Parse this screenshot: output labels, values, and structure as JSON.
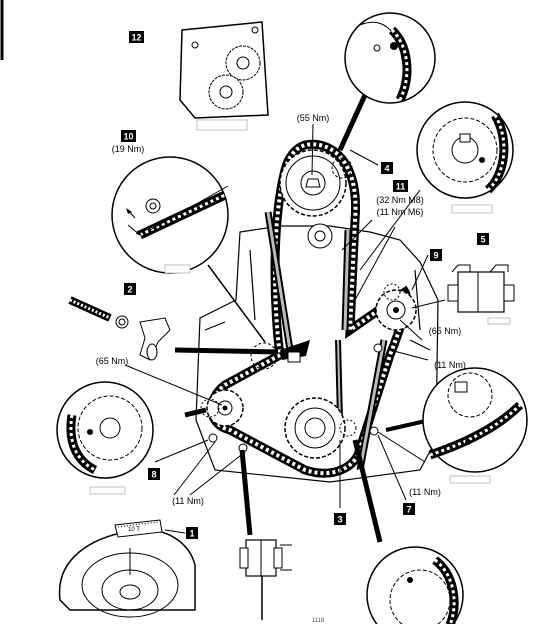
{
  "callouts": {
    "c1": "1",
    "c2": "2",
    "c3": "3",
    "c4": "4",
    "c5": "5",
    "c7": "7",
    "c8": "8",
    "c9": "9",
    "c10": "10",
    "c11": "11",
    "c12": "12"
  },
  "torque": {
    "cam_top": "(55 Nm)",
    "c10_spec": "(19 Nm)",
    "c11_m8": "(32 Nm M8)",
    "c11_m6": "(11 Nm M6)",
    "aux_right": "(65 Nm)",
    "guide_right": "(11 Nm)",
    "aux_left": "(65 Nm)",
    "bottom_left": "(11 Nm)",
    "bottom_right": "(11 Nm)"
  },
  "pulley_marks": {
    "timing_mark": "10 T"
  },
  "figure_id": "1118"
}
